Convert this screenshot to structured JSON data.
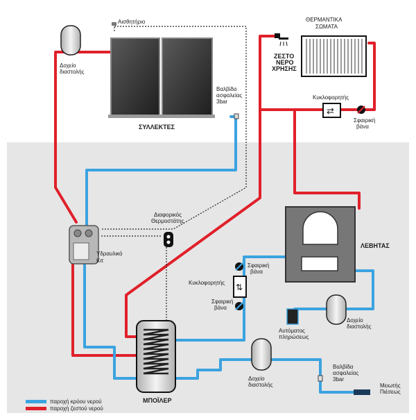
{
  "labels": {
    "expansion_tank_top": [
      "Δοχείο",
      "διαστολής"
    ],
    "sensor": "Αισθητήριο",
    "collectors": "ΣΥΛΛΕΚΤΕΣ",
    "safety_valve_top": [
      "Βαλβίδα",
      "ασφαλείας",
      "3bar"
    ],
    "hot_water": [
      "ΖΕΣΤΟ",
      "ΝΕΡΟ",
      "ΧΡΗΣΗΣ"
    ],
    "radiators": [
      "ΘΕΡΜΑΝΤΙΚΑ",
      "ΣΩΜΑΤΑ"
    ],
    "circulator_top": "Κυκλοφορητής",
    "ball_valve_top": [
      "Σφαιρική",
      "βάνα"
    ],
    "diff_thermostat": [
      "Διαφορικός",
      "Θερμοστάτης"
    ],
    "hydraulic_kit": [
      "Υδραυλικό",
      "Κιτ"
    ],
    "boiler": "ΛΕΒΗΤΑΣ",
    "ball_valve_mid_upper": [
      "Σφαιρική",
      "βάνα"
    ],
    "circulator_mid": "Κυκλοφορητής",
    "ball_valve_mid_lower": [
      "Σφαιρική",
      "βάνα"
    ],
    "auto_fill": [
      "Αυτόματος",
      "πληρώσεως"
    ],
    "expansion_tank_right": [
      "Δοχείο",
      "διαστολής"
    ],
    "expansion_tank_bottom": [
      "Δοχείο",
      "διαστολής"
    ],
    "safety_valve_bottom": [
      "Βαλβίδα",
      "ασφαλείας",
      "3bar"
    ],
    "pressure_reducer": [
      "Μειωτής",
      "Πιέσεως"
    ],
    "water_heater": "ΜΠΟΪΛΕΡ"
  },
  "legend": [
    {
      "label": "παροχή κρύου νερού",
      "color": "#3ba3e0"
    },
    {
      "label": "παροχή ζεστού νερού",
      "color": "#e0202a"
    }
  ],
  "colors": {
    "cold": "#3ba3e0",
    "hot": "#e0202a",
    "background_lower": "#e6e6e6"
  }
}
